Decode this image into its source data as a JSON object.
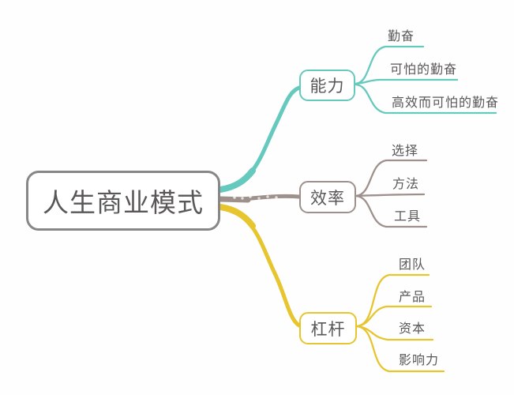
{
  "root": {
    "label": "人生商业模式"
  },
  "colors": {
    "root_border": "#878787",
    "text": "#595757",
    "background": "#fefefe",
    "ability": "#66c9bd",
    "efficiency": "#9e918c",
    "leverage": "#e6c52f"
  },
  "branches": [
    {
      "label": "能力",
      "color": "#66c9bd",
      "children": [
        {
          "label": "勤奋"
        },
        {
          "label": "可怕的勤奋"
        },
        {
          "label": "高效而可怕的勤奋"
        }
      ]
    },
    {
      "label": "效率",
      "color": "#9e918c",
      "children": [
        {
          "label": "选择"
        },
        {
          "label": "方法"
        },
        {
          "label": "工具"
        }
      ]
    },
    {
      "label": "杠杆",
      "color": "#e6c52f",
      "children": [
        {
          "label": "团队"
        },
        {
          "label": "产品"
        },
        {
          "label": "资本"
        },
        {
          "label": "影响力"
        }
      ]
    }
  ]
}
